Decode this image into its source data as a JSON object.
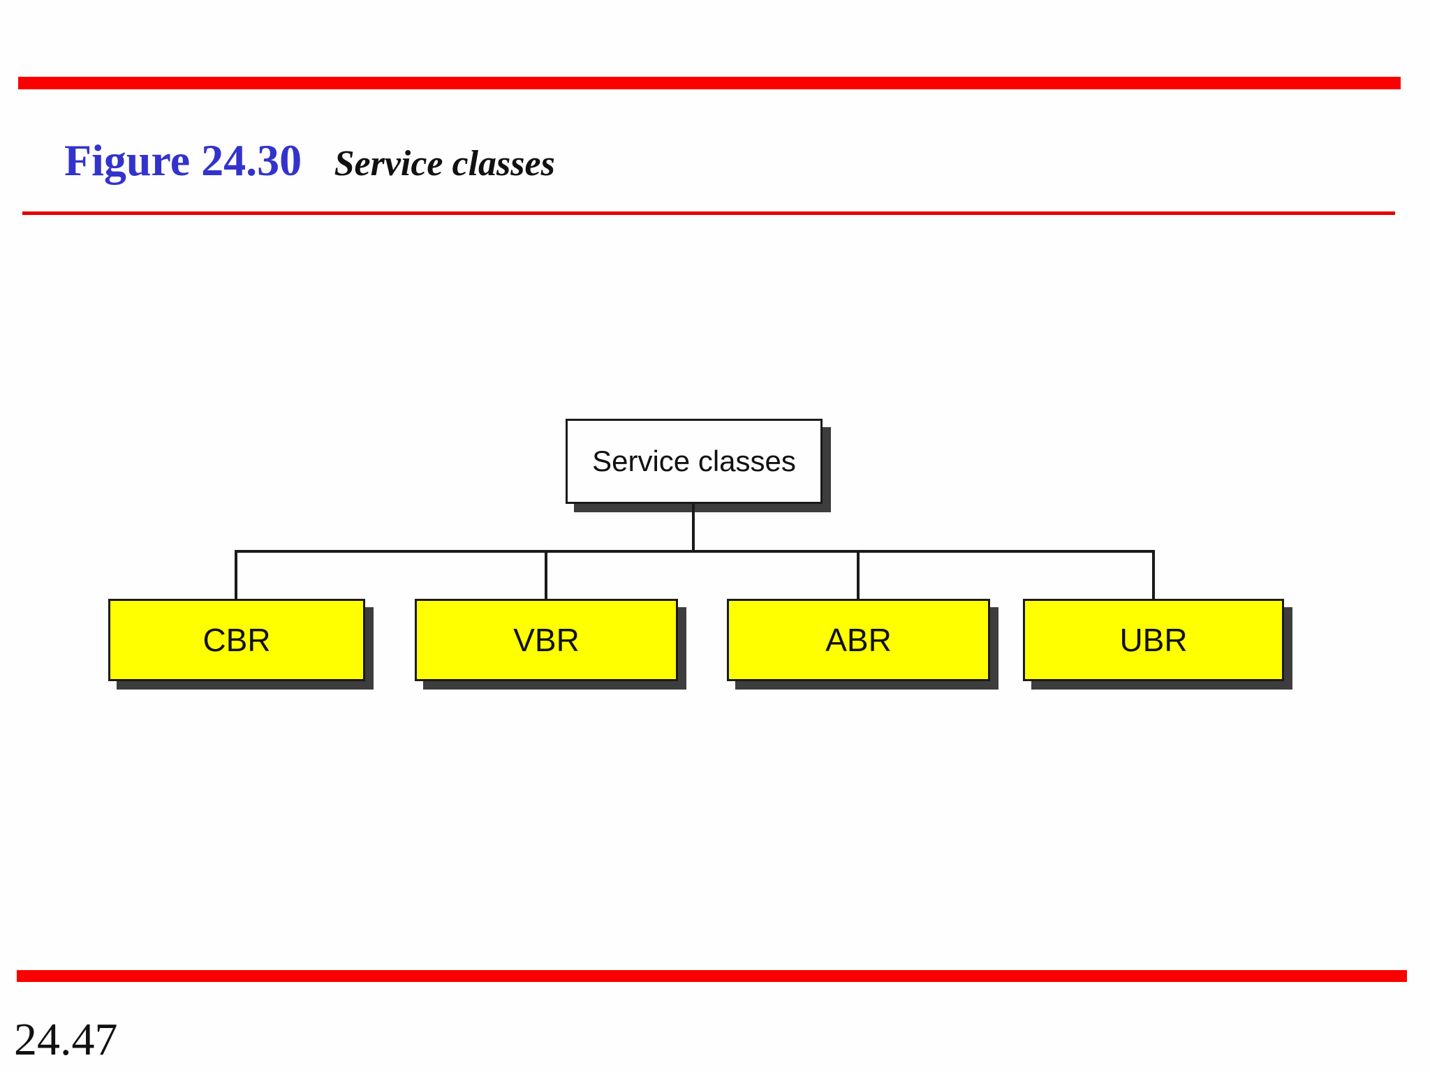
{
  "header": {
    "figure_label": "Figure 24.30",
    "figure_caption": "Service classes"
  },
  "diagram": {
    "root_label": "Service classes",
    "children": [
      {
        "label": "CBR"
      },
      {
        "label": "VBR"
      },
      {
        "label": "ABR"
      },
      {
        "label": "UBR"
      }
    ]
  },
  "footer": {
    "page_number": "24.47"
  },
  "colors": {
    "accent_red_bar": "#fb0000",
    "accent_red_thin_line": "#e60000",
    "figure_label_blue": "#3333cc",
    "leaf_node_yellow": "#ffff00",
    "node_border_black": "#1a1a1a",
    "node_shadow_gray": "#3d3d3d",
    "text_black": "#111111",
    "background_white": "#fefefe"
  }
}
